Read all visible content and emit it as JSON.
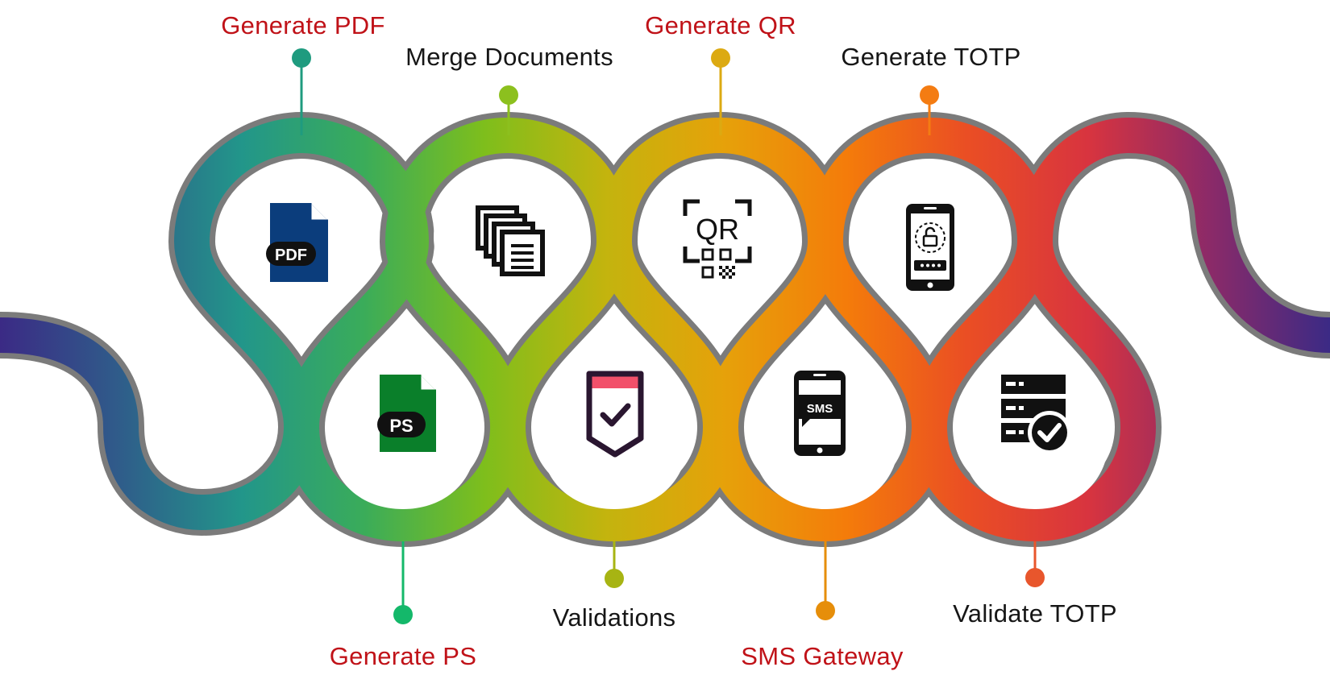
{
  "colors": {
    "ribbon_stops": [
      "#3b2a85",
      "#2f5d8a",
      "#22968a",
      "#3aac5a",
      "#7ebe1c",
      "#c3b40e",
      "#e6a10a",
      "#f47c0a",
      "#ea4e24",
      "#d8343f",
      "#8c2a68",
      "#3b2a85"
    ],
    "border": "#7b7b7b",
    "accent_label": "#c01218",
    "plain_label": "#161616"
  },
  "steps": [
    {
      "label": "Generate PDF",
      "position": "top",
      "label_style": "accent",
      "icon": "pdf-file-icon",
      "dot_color": "#1f9b7f"
    },
    {
      "label": "Generate PS",
      "position": "bottom",
      "label_style": "accent",
      "icon": "ps-file-icon",
      "dot_color": "#14b86a"
    },
    {
      "label": "Merge Documents",
      "position": "top",
      "label_style": "plain",
      "icon": "documents-stack-icon",
      "dot_color": "#8cc01e"
    },
    {
      "label": "Validations",
      "position": "bottom",
      "label_style": "plain",
      "icon": "validation-badge-icon",
      "dot_color": "#a7b413"
    },
    {
      "label": "Generate QR",
      "position": "top",
      "label_style": "accent",
      "icon": "qr-scan-icon",
      "dot_color": "#dcaa12"
    },
    {
      "label": "SMS Gateway",
      "position": "bottom",
      "label_style": "accent",
      "icon": "sms-phone-icon",
      "dot_color": "#e68e0a"
    },
    {
      "label": "Generate TOTP",
      "position": "top",
      "label_style": "plain",
      "icon": "locked-phone-icon",
      "dot_color": "#f47c12"
    },
    {
      "label": "Validate TOTP",
      "position": "bottom",
      "label_style": "plain",
      "icon": "server-check-icon",
      "dot_color": "#e8562c"
    }
  ]
}
